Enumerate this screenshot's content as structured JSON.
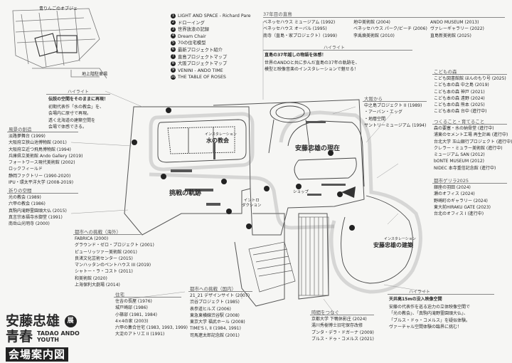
{
  "map_top": {
    "aoringo": "青りんごのオブジェ",
    "exit": "地上階駐車場"
  },
  "floor_legend": [
    {
      "n": "1",
      "label": "LIGHT AND SPACE - Richard Pare"
    },
    {
      "n": "2",
      "label": "ドローイング"
    },
    {
      "n": "3",
      "label": "世界放浪の記録"
    },
    {
      "n": "4",
      "label": "Dream Chair"
    },
    {
      "n": "5",
      "label": "70の住宅模型"
    },
    {
      "n": "6",
      "label": "最新プロジェクト紹介"
    },
    {
      "n": "7",
      "label": "直島プロジェクトマップ"
    },
    {
      "n": "8",
      "label": "大阪プロジェクトマップ"
    },
    {
      "n": "9",
      "label": "VENINI - ANDO TIME"
    },
    {
      "n": "10",
      "label": "THE TABLE OF ROSES"
    }
  ],
  "naoshima": {
    "title": "37年目の直島",
    "col1": [
      "ベネッセハウス ミュージアム (1992)",
      "ベネッセハウス オーバル (1995)",
      "南寺（直島・家プロジェクト）(1999)"
    ],
    "col2": [
      "地中美術館 (2004)",
      "ベネッセハウス パーク/ビーチ (2006)",
      "李禹煥美術館 (2010)"
    ],
    "col3": [
      "ANDO MUSEUM (2013)",
      "ヴァレーギャラリー (2022)",
      "直島新美術館 (2025)"
    ]
  },
  "naoshima_hl": {
    "label": "ハイライト",
    "head": "直島の37年越しの物語を体感！",
    "body": [
      "世界のANDOと共に歩んだ直島の37年の軌跡を、",
      "模型と映像音楽のインスタレーションで魅せる！"
    ]
  },
  "church_hl": {
    "label": "ハイライト",
    "head": "伝説の空間をそのままに再現！",
    "body": [
      "初期代表作「水の教会」を、",
      "会場内に原寸で再現。",
      "透く北海道の建築空間を",
      "会場で体感できる。"
    ]
  },
  "fudo": {
    "title": "風景の創造",
    "items": [
      "淡路夢舞台 (1999)",
      "大阪府立狭山池博物館 (2001)",
      "大阪府立近つ飛鳥博物館 (1994)",
      "兵庫県立美術館 Ando Gallery (2019)",
      "フォートワース現代美術館 (2002)",
      "ロックフィールド",
      "静岡ファクトリー (1990-2020)",
      "IPU・環太平洋大学 (2008-2019)"
    ]
  },
  "inori": {
    "title": "祈りの空間",
    "items": [
      "光の教会 (1989)",
      "六甲の教会 (1986)",
      "真駒内滝野霊園頭大仏 (2015)",
      "真言宗本福寺水御堂 (1991)",
      "南岳山光明寺 (2000)"
    ]
  },
  "toshi_kaigai": {
    "title": "都市への挑戦（海外）",
    "items": [
      "FABRICA (2000)",
      "グラウンド・ゼロ・プロジェクト (2001)",
      "ピューリッツァー美術館 (2001)",
      "良渚文化芸術センター (2015)",
      "マンハッタンのペントハウス III (2019)",
      "シャトー・ラ・コスト (2011)",
      "和美術館 (2020)",
      "上海保利大劇場 (2014)"
    ]
  },
  "jutaku": {
    "title": "住宅",
    "items": [
      "住吉の長屋 (1976)",
      "城戸崎邸 (1986)",
      "小篠邸 (1981, 1984)",
      "4×4の家 (2003)",
      "六甲の集合住宅 (1983, 1993, 1999)",
      "大淀のアトリエ II (1991)"
    ]
  },
  "toshi_kokunai": {
    "title": "都市への挑戦（国内）",
    "items": [
      "21_21 デザインサイト (2007)",
      "渋谷プロジェクト (1985)",
      "表参道ヒルズ (2006)",
      "東急東横線渋谷駅 (2008)",
      "東京大学 福武ホール (2008)",
      "TIME'S I, II (1984, 1991)",
      "司馬遼太郎記念館 (2001)"
    ]
  },
  "jikan": {
    "title": "時間をつなぐ",
    "items": [
      "京都大学 下鴨休影庄 (2024)",
      "湯川秀樹博士旧宅保存改修",
      "プンタ・デラ・ドガーナ (2009)",
      "ブルス・ドゥ・コメルス (2021)"
    ]
  },
  "kodomo": {
    "title": "こどもの森",
    "items": [
      "こども図書館館 ほんのもり号 (2025)",
      "こども本の森 中之島 (2019)",
      "こども本の森 神戸 (2021)",
      "こども本の森 遠野 (2024)",
      "こども本の森 熊本 (2025)",
      "こども本の森 台中 (進行中)"
    ]
  },
  "osaka": {
    "title": "大阪から",
    "items": [
      "中之島プロジェクト II (1989)",
      "・アーバン・エッグ",
      "・地層空間",
      "サントリーミュージアム (1994)"
    ]
  },
  "tsukuru": {
    "title": "つくること・育てること",
    "items": [
      "森の要塞・水の納骨堂 (進行中)",
      "浦東のセメント工場 再生計画 (進行中)",
      "台北大学 玉山銀行プロジェクト (進行中)",
      "クレラー・ミュラー美術館 (進行中)",
      "ミュージアム SAN (2012)",
      "bONTE MUSEUM (2012)",
      "NIDEC 本寺重信記念館 (進行中)"
    ]
  },
  "guerrilla": {
    "title": "都市ゲリラ2025",
    "items": [
      "銀座の羽田 (2024)",
      "瀬のオフィス (2024)",
      "野崎町のギャラリー (2024)",
      "東大前HIRAKU GATE (2023)",
      "台北のオフィス I (進行中)"
    ]
  },
  "space_hl": {
    "label": "ハイライト",
    "head": "天井高15mの没入映像空間",
    "body": [
      "安藤の代表作を巡る迫力の立体映像空間で",
      "「光の教会」、「真駒内滝野霊園頭大仏」、",
      "「ブルス・ドゥ・コメルス」を疑似体験。",
      "ヴァーチャル空間体験の臨界に挑む！"
    ]
  },
  "map": {
    "kyoukai_small": "インスタレーション",
    "kyoukai": "水の教会",
    "genzai": "安藤忠雄の現在",
    "kiseki": "挑戦の軌跡",
    "intro1": "イントロ",
    "intro2": "ダクション",
    "shop": "ショップ",
    "kenchiku_small": "インスタレーション",
    "kenchiku": "安藤忠雄の建築"
  },
  "title_block": {
    "line1": "安藤忠雄",
    "badge": "展",
    "line2": "青春",
    "sub1": "TADAO ANDO",
    "sub2": "YOUTH",
    "guide": "会場案内図"
  }
}
